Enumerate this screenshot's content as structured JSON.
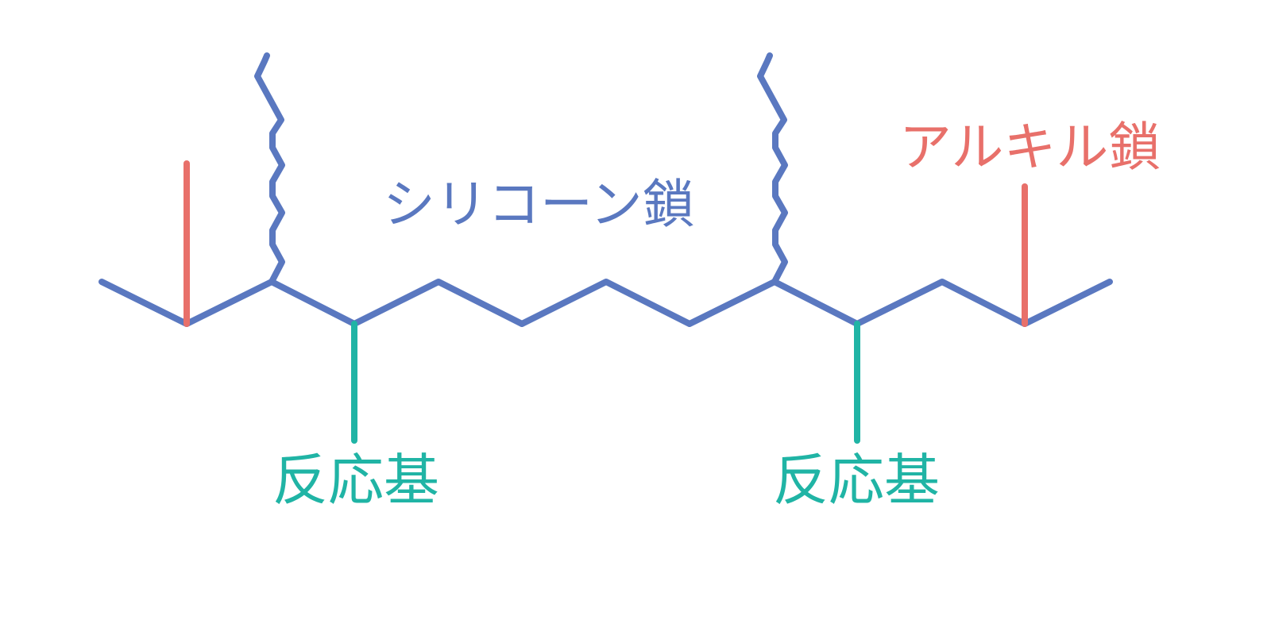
{
  "labels": {
    "silicone_chain": "シリコーン鎖",
    "alkyl_chain": "アルキル鎖",
    "reactive_group_1": "反応基",
    "reactive_group_2": "反応基"
  },
  "colors": {
    "backbone": "#5a78c0",
    "alkyl": "#e8706a",
    "reactive": "#20b4a5",
    "background": "#ffffff"
  }
}
